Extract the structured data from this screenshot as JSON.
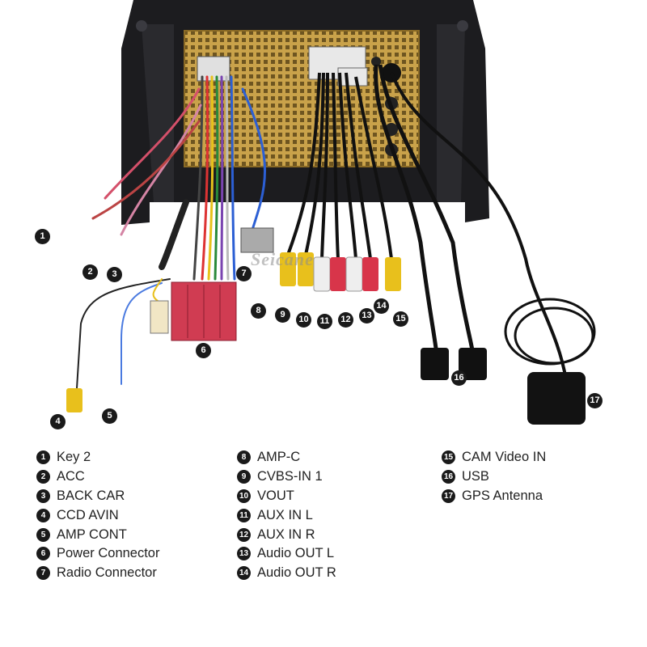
{
  "brand_watermark": "Seicane",
  "labels": [
    {
      "num": "1",
      "text": "Key 2"
    },
    {
      "num": "2",
      "text": "ACC"
    },
    {
      "num": "3",
      "text": "BACK CAR"
    },
    {
      "num": "4",
      "text": "CCD AVIN"
    },
    {
      "num": "5",
      "text": "AMP CONT"
    },
    {
      "num": "6",
      "text": "Power Connector"
    },
    {
      "num": "7",
      "text": "Radio Connector"
    },
    {
      "num": "8",
      "text": "AMP-C"
    },
    {
      "num": "9",
      "text": "CVBS-IN 1"
    },
    {
      "num": "10",
      "text": "VOUT"
    },
    {
      "num": "11",
      "text": "AUX IN L"
    },
    {
      "num": "12",
      "text": "AUX IN R"
    },
    {
      "num": "13",
      "text": "Audio OUT L"
    },
    {
      "num": "14",
      "text": "Audio OUT R"
    },
    {
      "num": "15",
      "text": "CAM Video IN"
    },
    {
      "num": "16",
      "text": "USB"
    },
    {
      "num": "17",
      "text": "GPS Antenna"
    }
  ],
  "colors": {
    "housing": "#1c1c1f",
    "panel": "#c9a24a",
    "power_connector": "#d03c52",
    "rca_yellow": "#e8c01c",
    "rca_red": "#d8354a",
    "rca_white": "#eeeeee"
  }
}
